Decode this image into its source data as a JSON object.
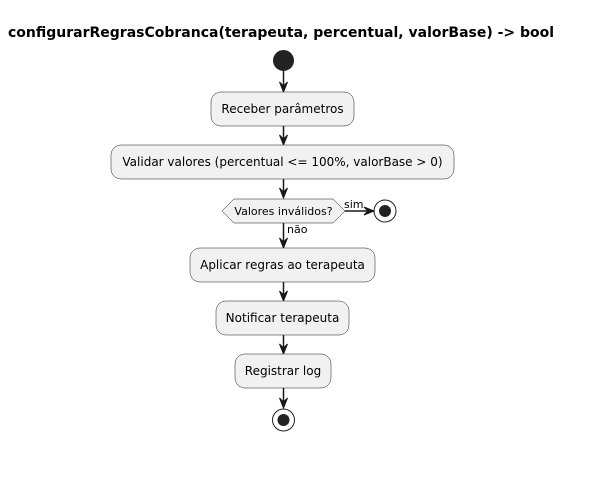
{
  "diagram": {
    "title": "configurarRegrasCobranca(terapeuta, percentual, valorBase) -> bool",
    "actions": [
      {
        "id": "receber",
        "label": "Receber parâmetros"
      },
      {
        "id": "validar",
        "label": "Validar valores (percentual <= 100%, valorBase > 0)"
      },
      {
        "id": "aplicar",
        "label": "Aplicar regras ao terapeuta"
      },
      {
        "id": "notificar",
        "label": "Notificar terapeuta"
      },
      {
        "id": "registrar",
        "label": "Registrar log"
      }
    ],
    "decision": {
      "label": "Valores inválidos?",
      "yes_label": "sim",
      "no_label": "não"
    }
  }
}
